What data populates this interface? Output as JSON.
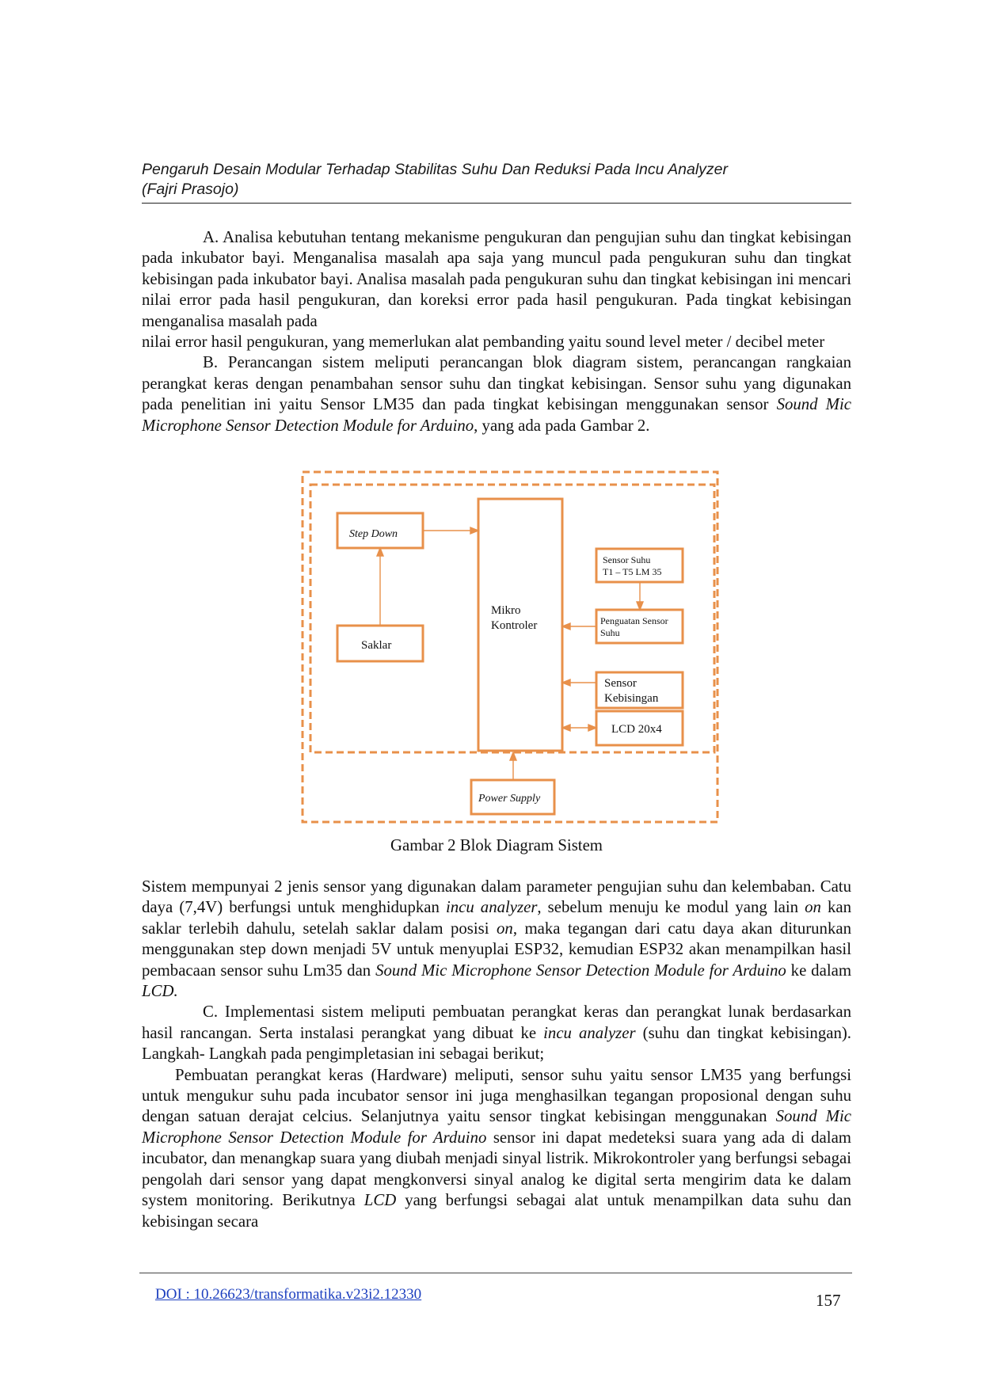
{
  "header": {
    "title_line1": "Pengaruh Desain Modular Terhadap Stabilitas Suhu Dan Reduksi Pada Incu Analyzer",
    "title_line2": "(Fajri Prasojo)"
  },
  "paragraphs_top": {
    "p1": "A. Analisa kebutuhan tentang mekanisme pengukuran dan pengujian suhu dan tingkat kebisingan pada inkubator bayi. Menganalisa masalah apa saja yang muncul pada pengukuran suhu dan tingkat kebisingan pada inkubator bayi. Analisa masalah pada pengukuran suhu dan tingkat kebisingan ini mencari nilai error pada hasil pengukuran, dan koreksi error pada hasil pengukuran. Pada tingkat kebisingan menganalisa masalah pada",
    "p2": "nilai error hasil pengukuran, yang memerlukan alat pembanding yaitu sound level meter / decibel meter",
    "p3_a": "B. Perancangan sistem meliputi perancangan blok diagram sistem, perancangan rangkaian perangkat keras dengan penambahan sensor suhu dan tingkat kebisingan. Sensor suhu yang digunakan pada penelitian ini yaitu Sensor LM35 dan pada tingkat kebisingan menggunakan sensor ",
    "p3_i": "Sound Mic Microphone Sensor Detection Module for Arduino",
    "p3_b": ", yang ada pada Gambar 2."
  },
  "diagram": {
    "blocks": {
      "step_down": "Step Down",
      "saklar": "Saklar",
      "mikro_line1": "Mikro",
      "mikro_line2": "Kontroler",
      "sensor_suhu_line1": "Sensor Suhu",
      "sensor_suhu_line2": "T1 – T5 LM 35",
      "penguatan_line1": "Penguatan Sensor",
      "penguatan_line2": "Suhu",
      "kebisingan_line1": "Sensor",
      "kebisingan_line2": "Kebisingan",
      "lcd": "LCD 20x4",
      "power_supply": "Power Supply"
    },
    "color": "#e8904a"
  },
  "caption": "Gambar 2 Blok Diagram Sistem",
  "paragraphs_bottom": {
    "p4_a": "Sistem mempunyai 2 jenis sensor yang digunakan dalam parameter pengujian suhu dan kelembaban. Catu daya (7,4V) berfungsi untuk menghidupkan ",
    "p4_i1": "incu analyzer",
    "p4_b": ", sebelum menuju ke modul yang lain ",
    "p4_i2": "on",
    "p4_c": " kan saklar terlebih dahulu, setelah saklar dalam posisi ",
    "p4_i3": "on",
    "p4_d": ", maka tegangan dari catu daya akan diturunkan menggunakan step down menjadi 5V untuk menyuplai ESP32, kemudian ESP32 akan menampilkan hasil pembacaan sensor suhu Lm35 dan ",
    "p4_i4": "Sound Mic Microphone Sensor Detection Module for Arduino",
    "p4_e": " ke dalam ",
    "p4_i5": "LCD.",
    "p5_a": "C. Implementasi sistem meliputi pembuatan perangkat keras dan perangkat lunak berdasarkan hasil rancangan. Serta instalasi perangkat yang dibuat ke ",
    "p5_i": "incu analyzer",
    "p5_b": " (suhu dan tingkat kebisingan). Langkah- Langkah pada pengimpletasian ini sebagai berikut;",
    "p6_a": "Pembuatan perangkat keras (Hardware) meliputi, sensor suhu yaitu sensor LM35 yang berfungsi untuk mengukur suhu pada incubator sensor ini juga menghasilkan tegangan proposional dengan suhu dengan satuan derajat celcius. Selanjutnya yaitu sensor tingkat kebisingan menggunakan ",
    "p6_i1": "Sound Mic Microphone Sensor Detection Module for Arduino",
    "p6_b": " sensor ini dapat medeteksi suara yang ada di dalam incubator, dan menangkap suara yang diubah menjadi sinyal listrik. Mikrokontroler yang berfungsi sebagai pengolah dari sensor yang dapat mengkonversi sinyal analog ke digital serta mengirim data ke dalam system monitoring. Berikutnya ",
    "p6_i2": "LCD",
    "p6_c": " yang berfungsi sebagai alat untuk menampilkan data suhu dan kebisingan secara"
  },
  "footer": {
    "doi": "DOI : 10.26623/transformatika.v23i2.12330",
    "page": "157"
  }
}
